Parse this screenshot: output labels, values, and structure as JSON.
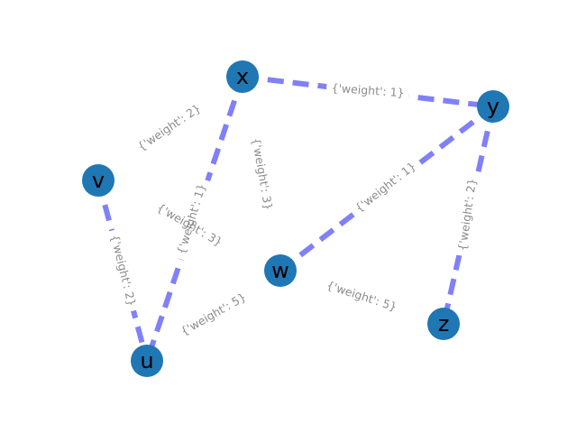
{
  "graph": {
    "colors": {
      "edge": "#8080f8",
      "node": "#1f77b4",
      "node_label": "#000000",
      "edge_label": "#8c8c8c",
      "background": "#ffffff"
    },
    "nodes": [
      {
        "id": "x",
        "label": "x"
      },
      {
        "id": "y",
        "label": "y"
      },
      {
        "id": "v",
        "label": "v"
      },
      {
        "id": "w",
        "label": "w"
      },
      {
        "id": "z",
        "label": "z"
      },
      {
        "id": "u",
        "label": "u"
      }
    ],
    "edges": [
      {
        "source": "x",
        "target": "y",
        "label": "{'weight': 1}"
      },
      {
        "source": "x",
        "target": "u",
        "label": "{'weight': 1}"
      },
      {
        "source": "w",
        "target": "y",
        "label": "{'weight': 1}"
      },
      {
        "source": "y",
        "target": "z",
        "label": "{'weight': 2}"
      },
      {
        "source": "v",
        "target": "u",
        "label": "{'weight': 2}"
      }
    ],
    "floating_labels": [
      {
        "id": "x-v",
        "label": "{'weight': 2}"
      },
      {
        "id": "x-w",
        "label": "{'weight': 3}"
      },
      {
        "id": "v-w",
        "label": "{'weight': 3}"
      },
      {
        "id": "u-w",
        "label": "{'weight': 5}"
      },
      {
        "id": "u-y",
        "label": "{'weight': 5}"
      }
    ]
  }
}
